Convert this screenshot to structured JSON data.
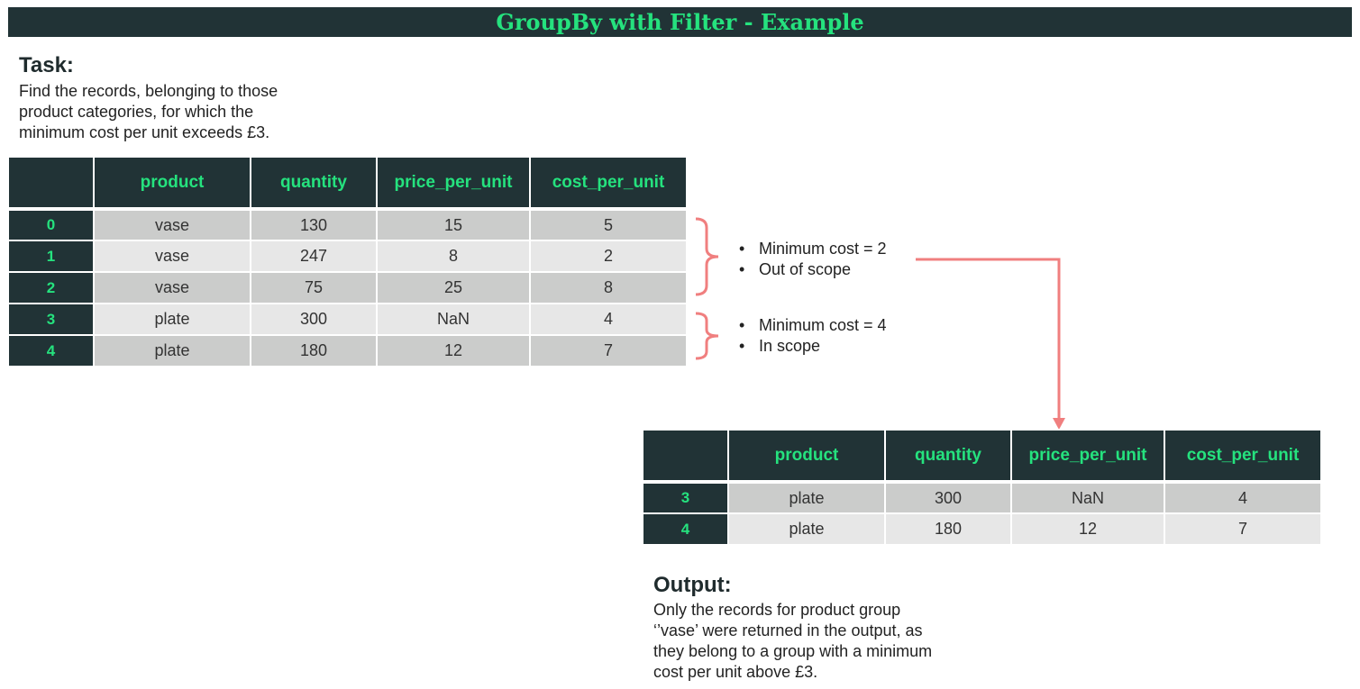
{
  "title": "GroupBy with Filter - Example",
  "task": {
    "heading": "Task:",
    "lines": [
      "Find the records, belonging to those",
      "product categories, for which the",
      "minimum cost per unit exceeds £3."
    ]
  },
  "input_table": {
    "columns": [
      "",
      "product",
      "quantity",
      "price_per_unit",
      "cost_per_unit"
    ],
    "rows": [
      {
        "index": "0",
        "product": "vase",
        "quantity": "130",
        "price_per_unit": "15",
        "cost_per_unit": "5"
      },
      {
        "index": "1",
        "product": "vase",
        "quantity": "247",
        "price_per_unit": "8",
        "cost_per_unit": "2"
      },
      {
        "index": "2",
        "product": "vase",
        "quantity": "75",
        "price_per_unit": "25",
        "cost_per_unit": "8"
      },
      {
        "index": "3",
        "product": "plate",
        "quantity": "300",
        "price_per_unit": "NaN",
        "cost_per_unit": "4"
      },
      {
        "index": "4",
        "product": "plate",
        "quantity": "180",
        "price_per_unit": "12",
        "cost_per_unit": "7"
      }
    ]
  },
  "groups": [
    {
      "bullets": [
        "Minimum cost = 2",
        "Out of scope"
      ]
    },
    {
      "bullets": [
        "Minimum cost = 4",
        "In scope"
      ]
    }
  ],
  "output_table": {
    "columns": [
      "",
      "product",
      "quantity",
      "price_per_unit",
      "cost_per_unit"
    ],
    "rows": [
      {
        "index": "3",
        "product": "plate",
        "quantity": "300",
        "price_per_unit": "NaN",
        "cost_per_unit": "4"
      },
      {
        "index": "4",
        "product": "plate",
        "quantity": "180",
        "price_per_unit": "12",
        "cost_per_unit": "7"
      }
    ]
  },
  "output": {
    "heading": "Output:",
    "lines": [
      "Only the records for product group",
      "‘’vase’ were returned in the output, as",
      "they belong to a group with a minimum",
      "cost per unit above £3."
    ]
  },
  "colors": {
    "header_bg": "#213336",
    "header_text": "#25e27e",
    "row_dark": "#cbcccb",
    "row_light": "#e7e7e7",
    "bracket": "#f07f7f"
  }
}
